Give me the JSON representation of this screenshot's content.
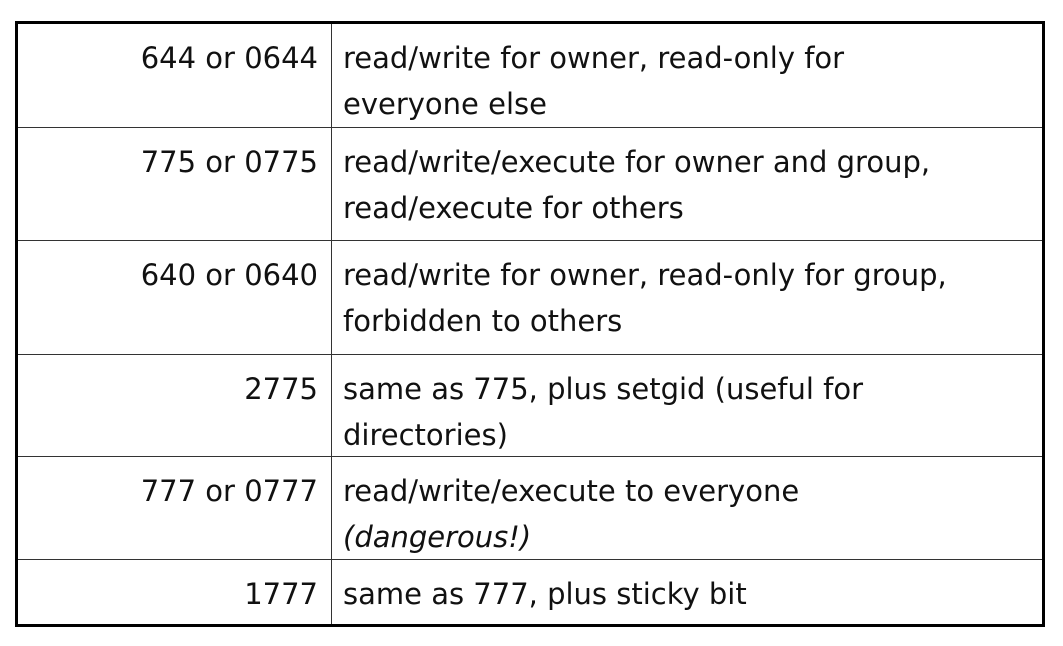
{
  "rows": [
    {
      "mode": "644 or 0644",
      "desc_lines": [
        "read/write for owner, read-only for",
        "everyone else"
      ]
    },
    {
      "mode": "775 or 0775",
      "desc_lines": [
        "read/write/execute for owner and group,",
        "read/execute for others"
      ]
    },
    {
      "mode": "640 or 0640",
      "desc_lines": [
        "read/write for owner, read-only for group,",
        "forbidden to others"
      ]
    },
    {
      "mode": "2775",
      "desc_lines": [
        "same as 775, plus setgid (useful for",
        "directories)"
      ]
    },
    {
      "mode": "777 or 0777",
      "desc_lines": [
        "read/write/execute to everyone",
        "(dangerous!)"
      ]
    },
    {
      "mode": "1777",
      "desc_lines": [
        "same as 777, plus sticky bit"
      ]
    }
  ]
}
